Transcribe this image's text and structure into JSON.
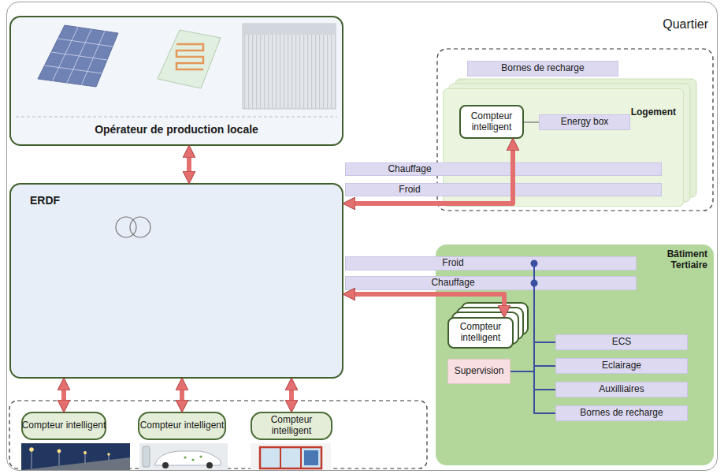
{
  "diagram": {
    "nodes": [
      {
        "text": [
          "Quartier"
        ]
      },
      {
        "text": [
          "Opérateur de production locale"
        ],
        "in": 0
      },
      {
        "text": [
          "ERDF"
        ],
        "in": 0
      },
      {
        "text": [
          "Bornes de recharge"
        ],
        "in": 0
      },
      {
        "text": [
          "Logement"
        ],
        "in": 0
      },
      {
        "text": [
          "Compteur intelligent"
        ],
        "in": 4
      },
      {
        "text": [
          "Energy box"
        ],
        "in": 4
      },
      {
        "text": [
          "Chauffage"
        ],
        "in": 0
      },
      {
        "text": [
          "Froid"
        ],
        "in": 0
      },
      {
        "text": [
          "Bâtiment Tertiaire"
        ],
        "in": 0
      },
      {
        "text": [
          "Froid"
        ],
        "in": 0
      },
      {
        "text": [
          "Chauffage"
        ],
        "in": 0
      },
      {
        "text": [
          "Compteur intelligent"
        ],
        "in": 9
      },
      {
        "text": [
          "Supervision"
        ],
        "in": 9
      },
      {
        "text": [
          "ECS"
        ],
        "in": 9
      },
      {
        "text": [
          "Eclairage"
        ],
        "in": 9
      },
      {
        "text": [
          "Auxilliaires"
        ],
        "in": 9
      },
      {
        "text": [
          "Bornes de recharge"
        ],
        "in": 9
      },
      {
        "text": [
          "Compteur intelligent"
        ],
        "in": 0
      },
      {
        "text": [
          "Compteur intelligent"
        ],
        "in": 0
      },
      {
        "text": [
          "Compteur intelligent"
        ],
        "in": 0
      }
    ],
    "edges": [
      {
        "from": 1,
        "to": 2,
        "arrow": "both"
      },
      {
        "from": 2,
        "to": 5,
        "arrow": "both"
      },
      {
        "from": 2,
        "to": 12,
        "arrow": "both"
      },
      {
        "from": 2,
        "to": 18,
        "arrow": "both"
      },
      {
        "from": 2,
        "to": 19,
        "arrow": "both"
      },
      {
        "from": 2,
        "to": 20,
        "arrow": "both"
      },
      {
        "from": 5,
        "to": 6,
        "arrow": "none"
      },
      {
        "from": 13,
        "to": 14,
        "arrow": "none"
      },
      {
        "from": 13,
        "to": 15,
        "arrow": "none"
      },
      {
        "from": 13,
        "to": 16,
        "arrow": "none"
      },
      {
        "from": 13,
        "to": 17,
        "arrow": "none"
      }
    ]
  }
}
